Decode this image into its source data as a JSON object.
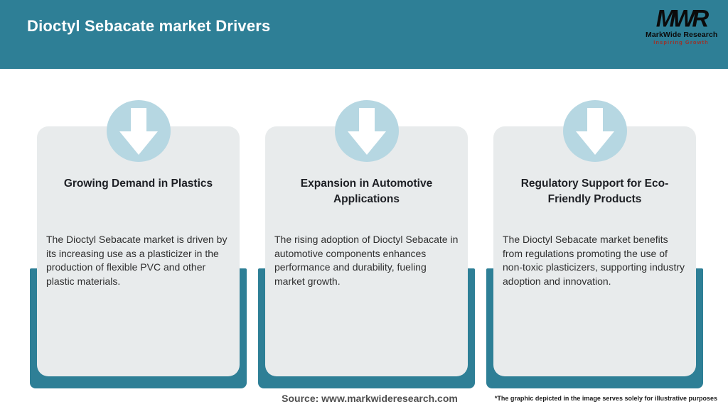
{
  "header": {
    "title": "Dioctyl Sebacate market Drivers",
    "logo": {
      "acronym": "MWR",
      "name": "MarkWide Research",
      "tagline": "Inspiring Growth"
    }
  },
  "cards": [
    {
      "icon": "down-arrow-icon",
      "title": "Growing Demand in Plastics",
      "body": "The Dioctyl Sebacate market is driven by its increasing use as a plasticizer in the production of flexible PVC and other plastic materials."
    },
    {
      "icon": "down-arrow-icon",
      "title": "Expansion in Automotive Applications",
      "body": "The rising adoption of Dioctyl Sebacate in automotive components enhances performance and durability, fueling market growth."
    },
    {
      "icon": "down-arrow-icon",
      "title": "Regulatory Support for Eco-Friendly Products",
      "body": "The Dioctyl Sebacate market benefits from regulations promoting the use of non-toxic plasticizers, supporting industry adoption and innovation."
    }
  ],
  "footer": {
    "source": "Source: www.markwideresearch.com",
    "disclaimer": "*The graphic depicted in the image serves solely for illustrative purposes"
  },
  "colors": {
    "header_teal": "#2e7f96",
    "shadow_teal": "#2e7f96",
    "card_gray": "#e8ebec",
    "circle_blue": "#b6d7e2",
    "arrow_white": "#ffffff",
    "tagline_red": "#9c3128",
    "title_dark": "#1d1f24",
    "body_gray": "#2f2f2f",
    "source_gray": "#4f4f4f"
  }
}
